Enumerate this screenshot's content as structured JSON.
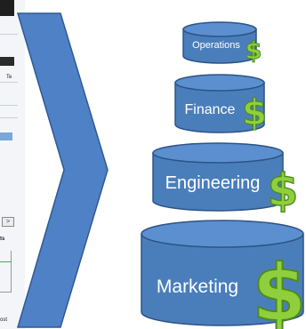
{
  "screen_fragment": {
    "partial_texts": [
      "Te",
      "ts",
      "ost"
    ],
    "scroll_arrow": ">"
  },
  "colors": {
    "arrow_fill": "#4f81c7",
    "arrow_stroke": "#2f5a93",
    "cylinder_fill": "#4a7ebb",
    "cylinder_top": "#5b8fcf",
    "cylinder_stroke": "#2c5385",
    "dollar_fill": "#8fcf3c",
    "dollar_stroke": "#4e8a1e"
  },
  "tiers": [
    {
      "label": "Operations",
      "icon": "dollar-sign-icon"
    },
    {
      "label": "Finance",
      "icon": "dollar-sign-icon"
    },
    {
      "label": "Engineering",
      "icon": "dollar-sign-icon"
    },
    {
      "label": "Marketing",
      "icon": "dollar-sign-icon"
    }
  ]
}
